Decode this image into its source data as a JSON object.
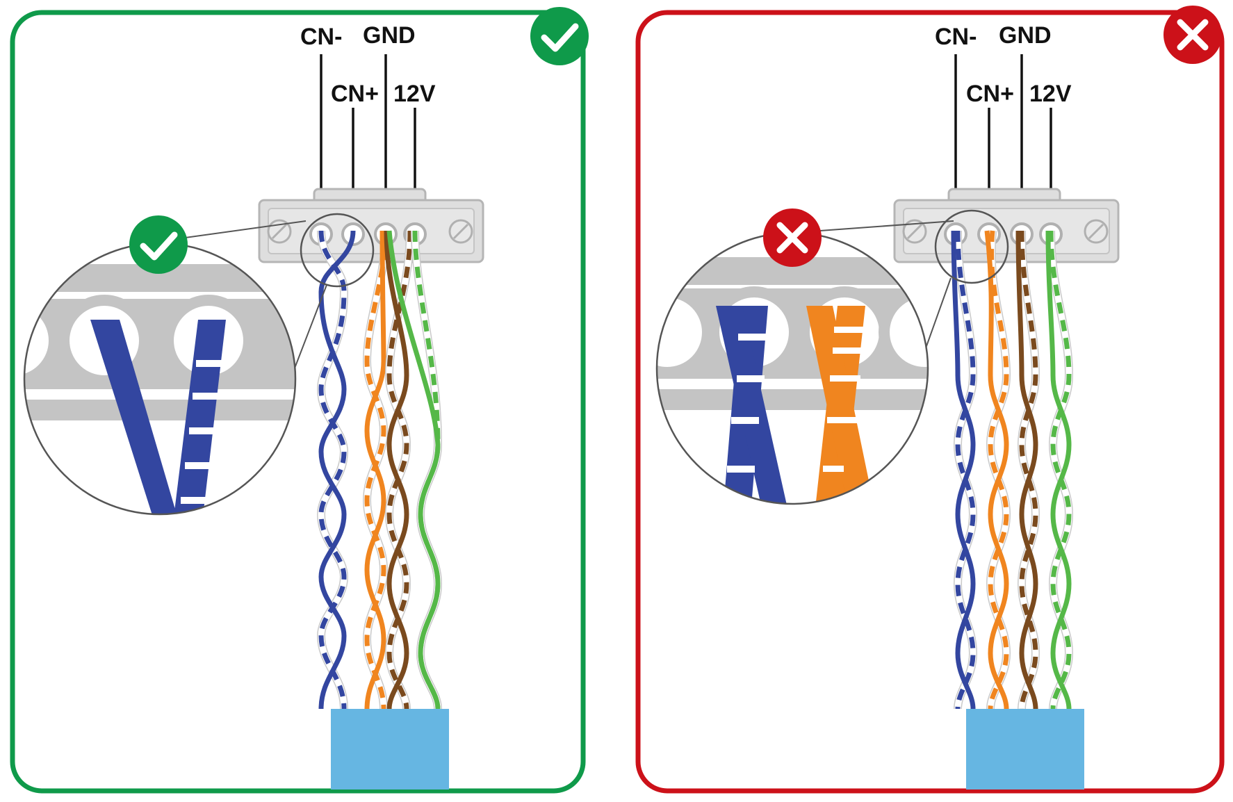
{
  "colors": {
    "correct": "#0f9a4a",
    "wrong": "#cc1119",
    "connector": "#d4d4d4",
    "connector_stroke": "#a9a9a9",
    "cable": "#66b6e2",
    "blue": "#3346a0",
    "orange": "#f0851f",
    "brown": "#7a4a1e",
    "green": "#55b848",
    "leader": "#111111"
  },
  "icons": {
    "correct": "check-icon",
    "wrong": "x-icon"
  },
  "panels": [
    {
      "id": "correct",
      "status": "correct",
      "pins": [
        {
          "label": "CN-",
          "row": "top"
        },
        {
          "label": "CN+",
          "row": "bottom"
        },
        {
          "label": "GND",
          "row": "top"
        },
        {
          "label": "12V",
          "row": "bottom"
        }
      ],
      "wiring": [
        {
          "pin": "CN-",
          "wire": "blue solid"
        },
        {
          "pin": "CN+",
          "wire": "blue/white striped"
        },
        {
          "pin": "GND",
          "wire": "orange solid"
        },
        {
          "pin": "12V",
          "wire": "green/white striped"
        }
      ],
      "zoom": [
        "blue solid",
        "blue/white striped"
      ]
    },
    {
      "id": "wrong",
      "status": "wrong",
      "pins": [
        {
          "label": "CN-",
          "row": "top"
        },
        {
          "label": "CN+",
          "row": "bottom"
        },
        {
          "label": "GND",
          "row": "top"
        },
        {
          "label": "12V",
          "row": "bottom"
        }
      ],
      "wiring": [
        {
          "pin": "CN-",
          "wire": "blue solid"
        },
        {
          "pin": "CN+",
          "wire": "orange solid"
        },
        {
          "pin": "GND",
          "wire": "brown solid"
        },
        {
          "pin": "12V",
          "wire": "green solid"
        }
      ],
      "zoom": [
        "blue solid + blue/white striped",
        "orange solid + orange/white striped"
      ]
    }
  ]
}
